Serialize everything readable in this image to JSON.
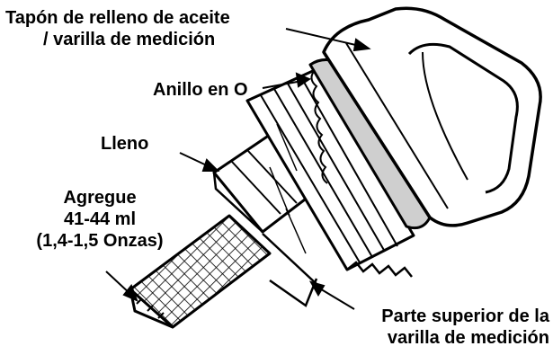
{
  "labels": {
    "cap_line1": "Tapón de relleno de aceite",
    "cap_line2": "/ varilla de medición",
    "oring": "Anillo en O",
    "full": "Lleno",
    "add_line1": "Agregue",
    "add_line2": "41-44 ml",
    "add_line3": "(1,4-1,5 Onzas)",
    "top_line1": "Parte superior de la",
    "top_line2": "varilla de medición"
  },
  "colors": {
    "ink": "#000000",
    "background": "#ffffff",
    "oring_fill": "#cfcfcf"
  }
}
